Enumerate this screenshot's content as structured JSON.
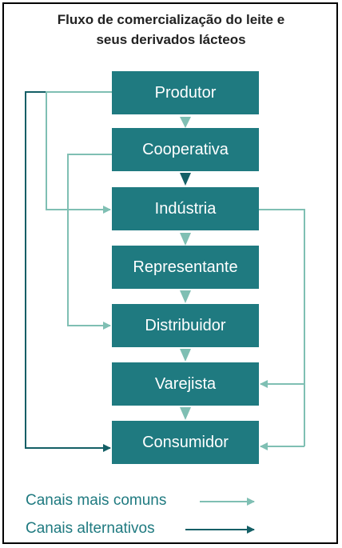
{
  "title": {
    "line1": "Fluxo de comercialização do leite e",
    "line2": "seus derivados lácteos"
  },
  "nodes": [
    {
      "id": "produtor",
      "label": "Produtor"
    },
    {
      "id": "cooperativa",
      "label": "Cooperativa"
    },
    {
      "id": "industria",
      "label": "Indústria"
    },
    {
      "id": "representante",
      "label": "Representante"
    },
    {
      "id": "distribuidor",
      "label": "Distribuidor"
    },
    {
      "id": "varejista",
      "label": "Varejista"
    },
    {
      "id": "consumidor",
      "label": "Consumidor"
    }
  ],
  "edges": {
    "common": [
      [
        "produtor",
        "cooperativa"
      ],
      [
        "produtor",
        "industria"
      ],
      [
        "industria",
        "representante"
      ],
      [
        "representante",
        "distribuidor"
      ],
      [
        "cooperativa",
        "distribuidor"
      ],
      [
        "distribuidor",
        "varejista"
      ],
      [
        "varejista",
        "consumidor"
      ],
      [
        "industria",
        "varejista"
      ],
      [
        "industria",
        "consumidor"
      ]
    ],
    "alternative": [
      [
        "cooperativa",
        "industria"
      ],
      [
        "produtor",
        "consumidor"
      ]
    ]
  },
  "legend": {
    "common_label": "Canais mais comuns",
    "alternative_label": "Canais alternativos"
  },
  "colors": {
    "box": "#1f7a80",
    "common": "#7fbfb3",
    "alternative": "#145f66"
  }
}
